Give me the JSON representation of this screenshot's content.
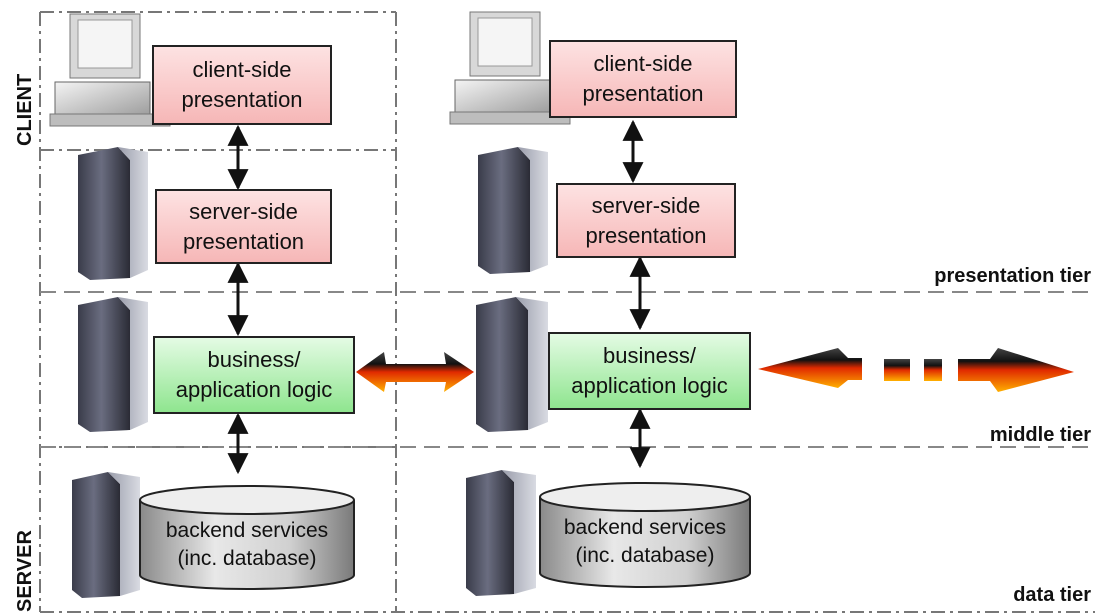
{
  "column_left": {
    "client_box": [
      "client-side",
      "presentation"
    ],
    "server_presentation_box": [
      "server-side",
      "presentation"
    ],
    "business_box": [
      "business/",
      "application logic"
    ],
    "backend": [
      "backend services",
      "(inc. database)"
    ]
  },
  "column_right": {
    "client_box": [
      "client-side",
      "presentation"
    ],
    "server_presentation_box": [
      "server-side",
      "presentation"
    ],
    "business_box": [
      "business/",
      "application logic"
    ],
    "backend": [
      "backend services",
      "(inc. database)"
    ]
  },
  "tiers": {
    "presentation": "presentation tier",
    "middle": "middle tier",
    "data": "data tier"
  },
  "side_labels": {
    "client": "CLIENT",
    "server": "SERVER"
  }
}
